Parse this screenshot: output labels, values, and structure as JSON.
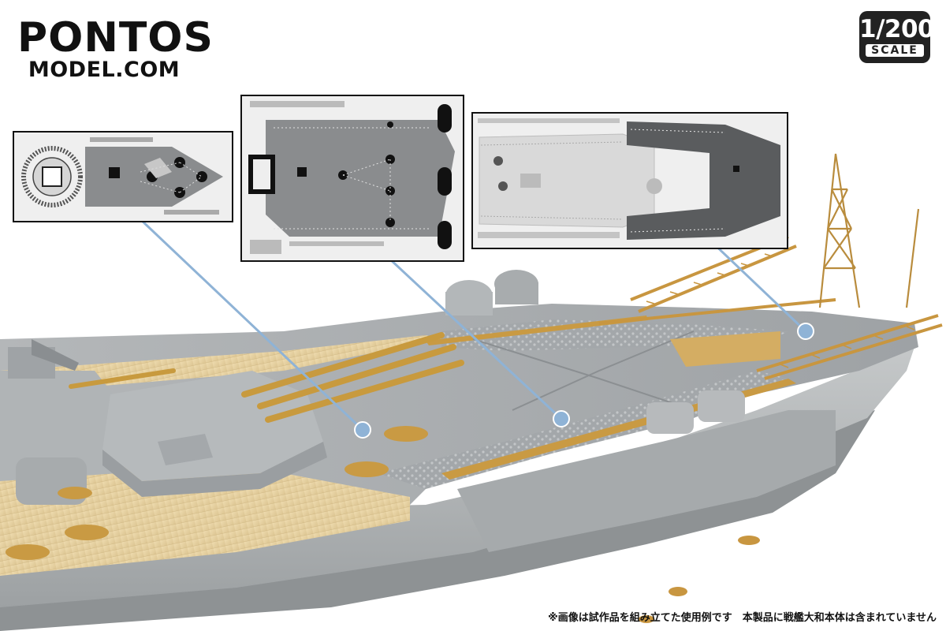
{
  "brand": {
    "name": "PONTOS",
    "website": "MODEL.COM"
  },
  "scale_badge": {
    "ratio": "1/200",
    "word": "SCALE"
  },
  "disclaimer": "※画像は試作品を組み立てた使用例です　本製品に戦艦大和本体は含まれていません",
  "palette": {
    "hull_grey": "#b9bcbd",
    "deck_grey": "#a9adb0",
    "wood_deck": "#e9d6a8",
    "brass": "#c99a43",
    "callout_blue": "#8fb3d6",
    "panel_bg": "#efefef",
    "sheet_dark": "#8a8c8e"
  },
  "callouts": [
    {
      "name": "callout-1",
      "target": "panel-1"
    },
    {
      "name": "callout-2",
      "target": "panel-2"
    },
    {
      "name": "callout-3",
      "target": "panel-3"
    }
  ]
}
